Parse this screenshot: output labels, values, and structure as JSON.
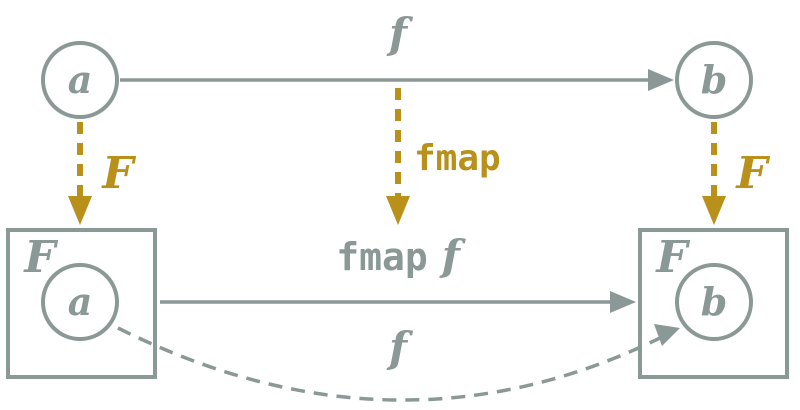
{
  "colors": {
    "gray": "#8a9896",
    "gold": "#b8901a"
  },
  "nodes": {
    "a": "a",
    "b": "b",
    "fa_functor": "F",
    "fa_inner": "a",
    "fb_functor": "F",
    "fb_inner": "b"
  },
  "edges": {
    "top_f": "f",
    "left_F": "F",
    "right_F": "F",
    "fmap": "fmap",
    "fmap_f_mono": "fmap",
    "fmap_f_italic": "f",
    "bottom_f": "f"
  }
}
